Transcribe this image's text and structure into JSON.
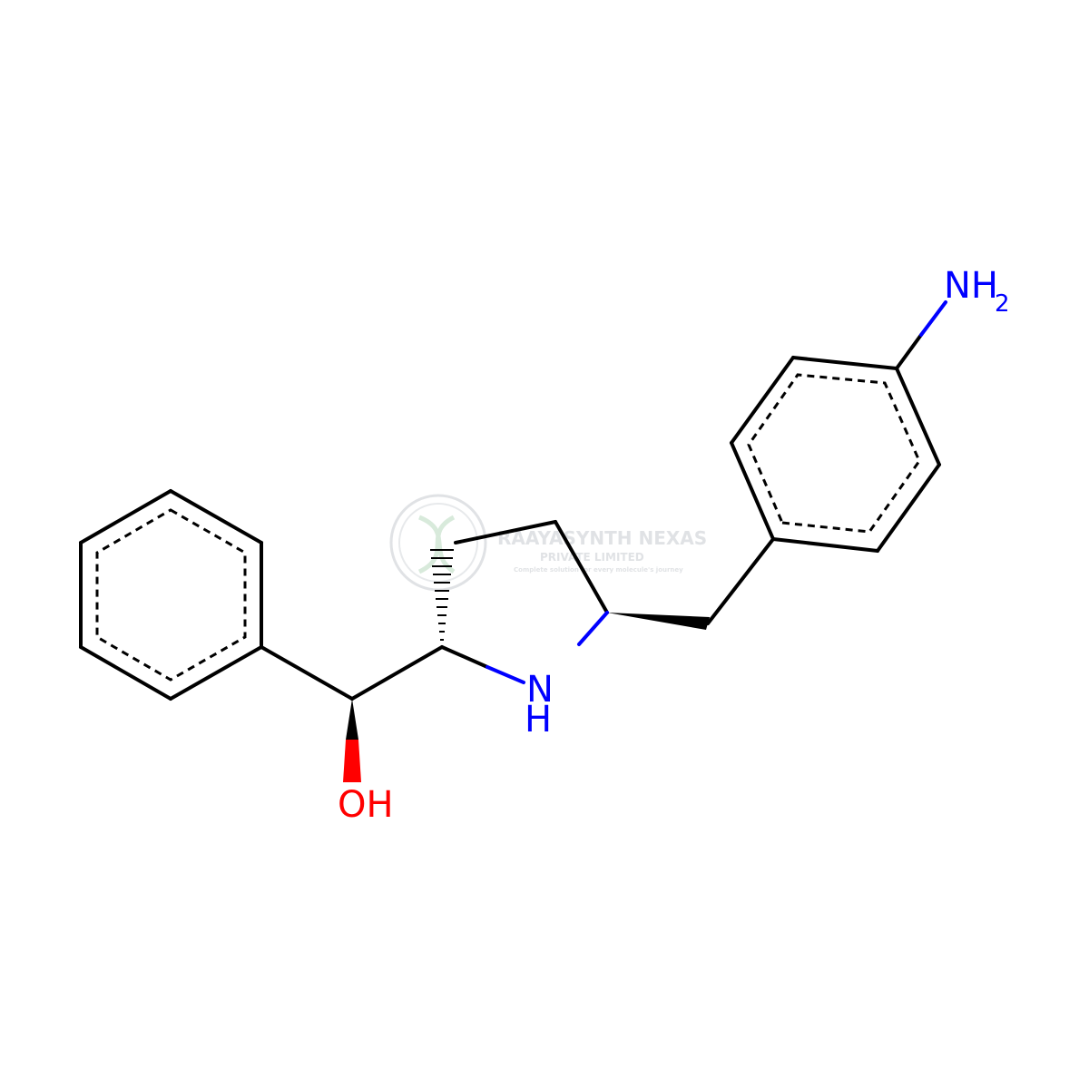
{
  "watermark": {
    "name": "RAAYASYNTH NEXAS",
    "subname": "PRIVATE LIMITED",
    "tagline": "Complete solution for every molecule's journey"
  },
  "atoms": {
    "nh2": {
      "label": "NH",
      "sub": "2"
    },
    "nh": {
      "label": "N",
      "h": "H"
    },
    "oh": {
      "label": "OH"
    }
  },
  "colors": {
    "bond": "#000000",
    "nitrogen": "#0000ff",
    "oxygen": "#ff0000",
    "watermark": "#c8ccd0"
  }
}
